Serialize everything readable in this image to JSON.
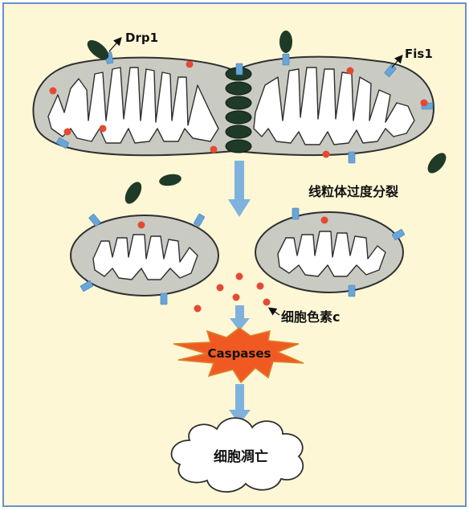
{
  "labels": {
    "drp1": "Drp1",
    "fis1": "Fis1",
    "fission": "线粒体过度分裂",
    "cytochrome_c": "细胞色素c",
    "caspases": "Caspases",
    "apoptosis": "细胞凋亡"
  },
  "colors": {
    "background": "#fdf7d6",
    "border": "#6b8fd0",
    "membrane_fill": "#c9cbc3",
    "membrane_stroke": "#2f2f2f",
    "drp1": "#1f3a26",
    "fis1": "#6aa5d8",
    "cytochrome_c": "#e44a33",
    "arrow": "#7fb2de",
    "caspase_fill": "#f05a22",
    "caspase_stroke": "#d8842a"
  },
  "icons": {
    "drp1": "dark-green-ellipse",
    "fis1": "blue-receptor",
    "cytochrome_c": "red-dot",
    "caspases": "orange-starburst",
    "apoptosis": "cloud"
  }
}
